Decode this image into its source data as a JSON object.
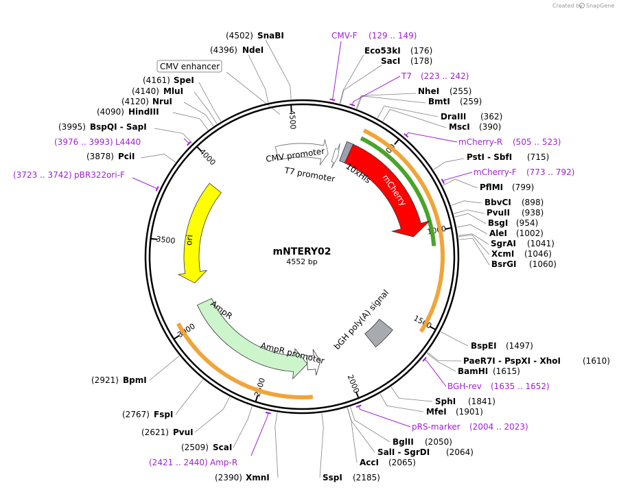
{
  "app": {
    "credit": "Created by",
    "brand": "SnapGene"
  },
  "plasmid": {
    "name": "mNTERY02",
    "size_label": "4552 bp",
    "length": 4552
  },
  "colors": {
    "backbone": "#000000",
    "leader": "#808080",
    "primer": "#a020d0",
    "mcherry": "#ff0000",
    "ori": "#ffff00",
    "ampr": "#ccf5cc",
    "polyA": "#a7abb0",
    "orf_band": "#f0a53a",
    "green_band": "#4aa32a",
    "his": "#a09fb0",
    "promoter": "#ffffff"
  },
  "ticks": [
    {
      "pos": 500,
      "label": "500"
    },
    {
      "pos": 1000,
      "label": "1000"
    },
    {
      "pos": 1500,
      "label": "1500"
    },
    {
      "pos": 2000,
      "label": "2000"
    },
    {
      "pos": 2500,
      "label": "2500"
    },
    {
      "pos": 3000,
      "label": "3000"
    },
    {
      "pos": 3500,
      "label": "3500"
    },
    {
      "pos": 4000,
      "label": "4000"
    },
    {
      "pos": 4500,
      "label": "4500"
    }
  ],
  "enzymes": [
    {
      "name": "SnaBI",
      "pos_text": "(4502)",
      "pos": 4502
    },
    {
      "name": "NdeI",
      "pos_text": "(4396)",
      "pos": 4396
    },
    {
      "name": "SpeI",
      "pos_text": "(4161)",
      "pos": 4161
    },
    {
      "name": "MluI",
      "pos_text": "(4140)",
      "pos": 4140
    },
    {
      "name": "NruI",
      "pos_text": "(4120)",
      "pos": 4120
    },
    {
      "name": "HindIII",
      "pos_text": "(4090)",
      "pos": 4090
    },
    {
      "name": "BspQI  - SapI",
      "pos_text": "(3995)",
      "pos": 3995
    },
    {
      "name": "PciI",
      "pos_text": "(3878)",
      "pos": 3878
    },
    {
      "name": "Eco53kI",
      "pos_text": "(176)",
      "pos": 176
    },
    {
      "name": "SacI",
      "pos_text": "(178)",
      "pos": 178
    },
    {
      "name": "NheI",
      "pos_text": "(255)",
      "pos": 255
    },
    {
      "name": "BmtI",
      "pos_text": "(259)",
      "pos": 259
    },
    {
      "name": "DraIII",
      "pos_text": "(362)",
      "pos": 362
    },
    {
      "name": "MscI",
      "pos_text": "(390)",
      "pos": 390
    },
    {
      "name": "PstI  - SbfI",
      "pos_text": "(715)",
      "pos": 715
    },
    {
      "name": "PflMI",
      "pos_text": "(799)",
      "pos": 799
    },
    {
      "name": "BbvCI",
      "pos_text": "(898)",
      "pos": 898
    },
    {
      "name": "PvuII",
      "pos_text": "(938)",
      "pos": 938
    },
    {
      "name": "BsgI",
      "pos_text": "(954)",
      "pos": 954
    },
    {
      "name": "AleI",
      "pos_text": "(1002)",
      "pos": 1002
    },
    {
      "name": "SgrAI",
      "pos_text": "(1041)",
      "pos": 1041
    },
    {
      "name": "XcmI",
      "pos_text": "(1046)",
      "pos": 1046
    },
    {
      "name": "BsrGI",
      "pos_text": "(1060)",
      "pos": 1060
    },
    {
      "name": "BspEI",
      "pos_text": "(1497)",
      "pos": 1497
    },
    {
      "name": "PaeR7I  - PspXI  - XhoI",
      "pos_text": "(1610)",
      "pos": 1610
    },
    {
      "name": "BamHI",
      "pos_text": "(1615)",
      "pos": 1615
    },
    {
      "name": "SphI",
      "pos_text": "(1841)",
      "pos": 1841
    },
    {
      "name": "MfeI",
      "pos_text": "(1901)",
      "pos": 1901
    },
    {
      "name": "BglII",
      "pos_text": "(2050)",
      "pos": 2050
    },
    {
      "name": "SalI  - SgrDI",
      "pos_text": "(2064)",
      "pos": 2064
    },
    {
      "name": "AccI",
      "pos_text": "(2065)",
      "pos": 2065
    },
    {
      "name": "SspI",
      "pos_text": "(2185)",
      "pos": 2185
    },
    {
      "name": "XmnI",
      "pos_text": "(2390)",
      "pos": 2390
    },
    {
      "name": "ScaI",
      "pos_text": "(2509)",
      "pos": 2509
    },
    {
      "name": "PvuI",
      "pos_text": "(2621)",
      "pos": 2621
    },
    {
      "name": "FspI",
      "pos_text": "(2767)",
      "pos": 2767
    },
    {
      "name": "BpmI",
      "pos_text": "(2921)",
      "pos": 2921
    }
  ],
  "primers": [
    {
      "name": "CMV-F",
      "range": "(129 .. 149)",
      "pos": 139
    },
    {
      "name": "T7",
      "range": "(223 .. 242)",
      "pos": 232
    },
    {
      "name": "mCherry-R",
      "range": "(505 .. 523)",
      "pos": 514
    },
    {
      "name": "mCherry-F",
      "range": "(773 .. 792)",
      "pos": 782
    },
    {
      "name": "BGH-rev",
      "range": "(1635 .. 1652)",
      "pos": 1643
    },
    {
      "name": "pRS-marker",
      "range": "(2004 .. 2023)",
      "pos": 2013
    },
    {
      "name": "Amp-R",
      "range": "(2421 .. 2440)",
      "pos": 2430
    },
    {
      "name": "pBR322ori-F",
      "range": "(3723 .. 3742)",
      "pos": 3732
    },
    {
      "name": "L4440",
      "range": "(3976 .. 3993)",
      "pos": 3984
    }
  ],
  "features": {
    "cmv_enhancer": "CMV enhancer",
    "cmv_promoter": "CMV promoter",
    "t7_promoter": "T7 promoter",
    "his_tag": "10xHis",
    "mcherry": "mCherry",
    "bgh": "bGH poly(A) signal",
    "ampr": "AmpR",
    "ampr_promoter": "AmpR promoter",
    "ori": "ori"
  }
}
